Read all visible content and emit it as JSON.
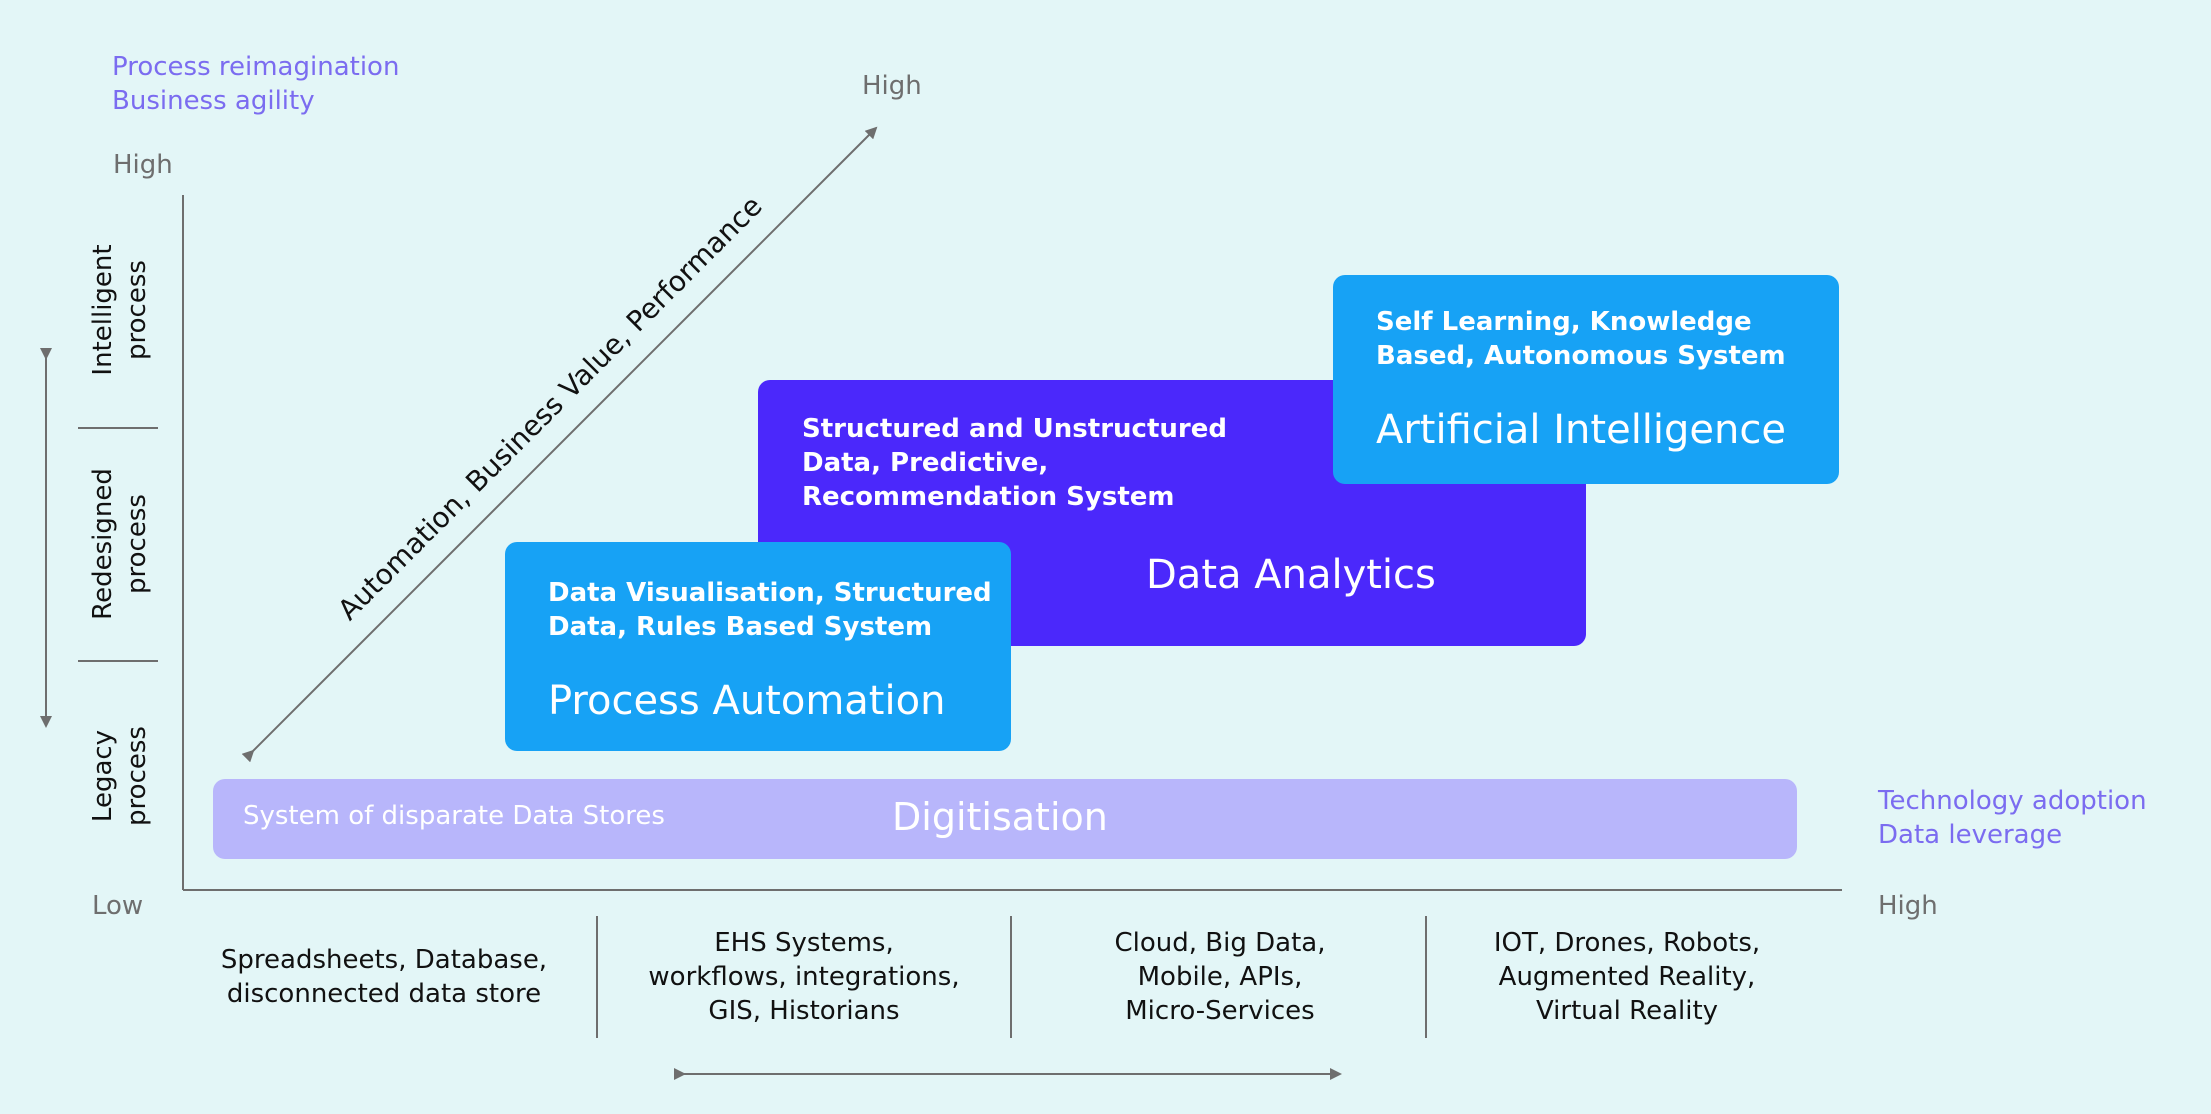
{
  "y_axis": {
    "title_line1": "Process reimagination",
    "title_line2": "Business agility",
    "high": "High",
    "levels": [
      {
        "line1": "Intelligent",
        "line2": "process"
      },
      {
        "line1": "Redesigned",
        "line2": "process"
      },
      {
        "line1": "Legacy",
        "line2": "process"
      }
    ]
  },
  "x_axis": {
    "low": "Low",
    "high": "High",
    "title_line1": "Technology adoption",
    "title_line2": "Data leverage",
    "technologies": [
      {
        "line1": "Spreadsheets, Database,",
        "line2": "disconnected data store",
        "line3": ""
      },
      {
        "line1": "EHS Systems,",
        "line2": "workflows, integrations,",
        "line3": "GIS, Historians"
      },
      {
        "line1": "Cloud, Big Data,",
        "line2": "Mobile, APIs,",
        "line3": "Micro-Services"
      },
      {
        "line1": "IOT, Drones, Robots,",
        "line2": "Augmented Reality,",
        "line3": "Virtual Reality"
      }
    ]
  },
  "diagonal": {
    "label": "Automation, Business Value, Performance",
    "high": "High"
  },
  "stages": {
    "digitisation": {
      "desc": "System of disparate Data Stores",
      "title": "Digitisation"
    },
    "process_automation": {
      "desc_line1": "Data Visualisation, Structured",
      "desc_line2": "Data, Rules Based System",
      "title": "Process Automation"
    },
    "data_analytics": {
      "desc_line1": "Structured and Unstructured",
      "desc_line2": "Data, Predictive,",
      "desc_line3": "Recommendation System",
      "title": "Data Analytics"
    },
    "artificial_intelligence": {
      "desc_line1": "Self Learning, Knowledge",
      "desc_line2": "Based, Autonomous System",
      "title": "Artificial Intelligence"
    }
  },
  "colors": {
    "background": "#e3f6f7",
    "light_blue": "#17a2f5",
    "violet": "#4b28fb",
    "lavender": "#b8b6fb",
    "accent_text": "#7b6cf0"
  }
}
